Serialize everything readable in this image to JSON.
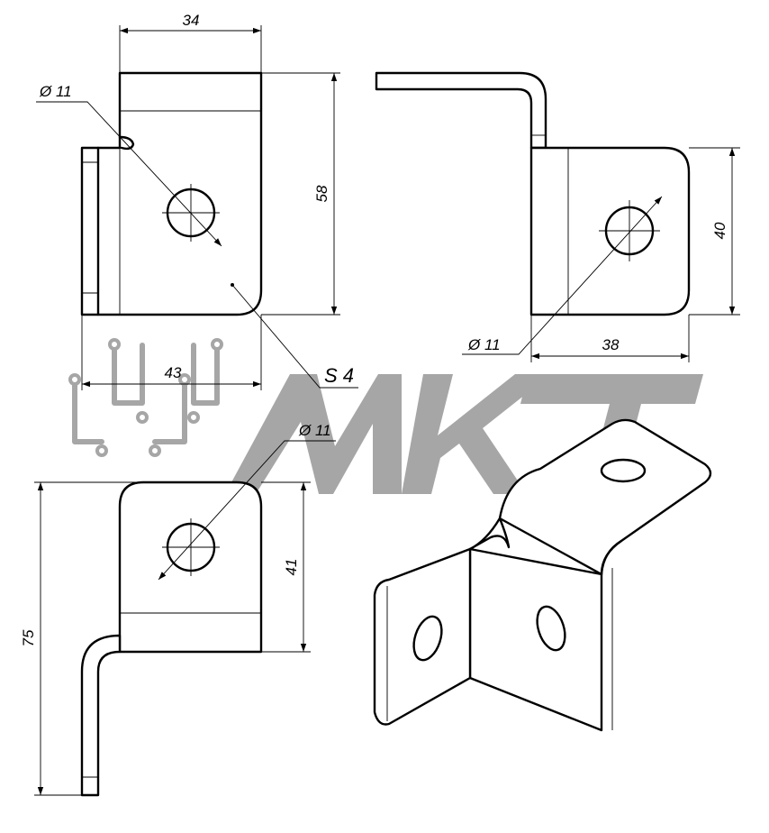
{
  "dimensions": {
    "top_width": "34",
    "top_hole_diameter": "Ø 11",
    "front_height": "58",
    "front_span": "43",
    "thickness": "S 4",
    "side_height": "40",
    "side_hole_diameter": "Ø 11",
    "side_width": "38",
    "bottom_hole_diameter": "Ø 11",
    "bottom_face_height": "41",
    "bottom_total_height": "75"
  },
  "watermark": {
    "brand": "MKT",
    "color": "#a6a6a6",
    "icon": "bracket-logo-icon"
  }
}
